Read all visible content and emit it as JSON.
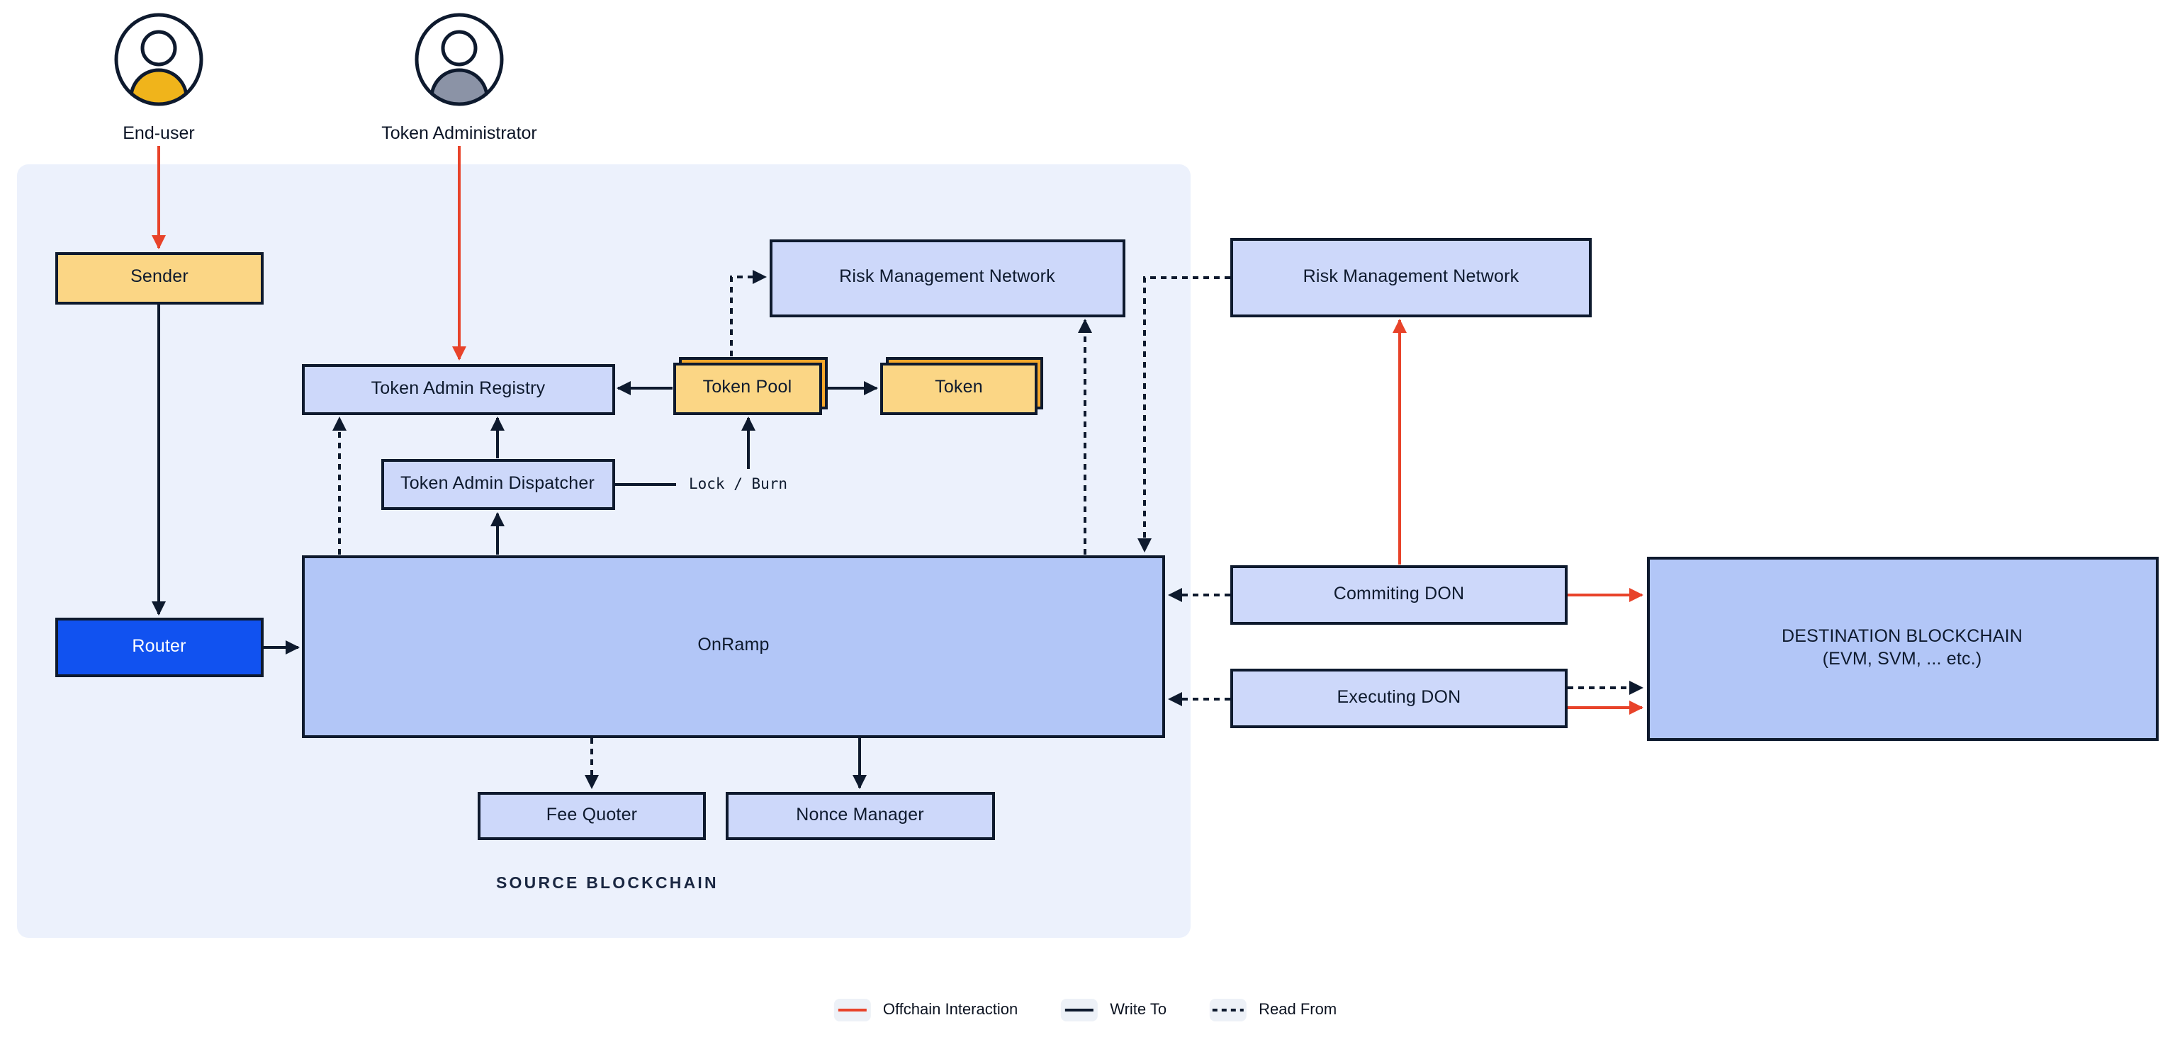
{
  "actors": {
    "end_user": "End-user",
    "token_admin": "Token Administrator"
  },
  "nodes": {
    "sender": "Sender",
    "router": "Router",
    "onramp": "OnRamp",
    "token_admin_registry": "Token Admin Registry",
    "token_admin_dispatcher": "Token Admin Dispatcher",
    "token_pool": "Token Pool",
    "token": "Token",
    "rmn_source": "Risk Management Network",
    "rmn_offchain": "Risk Management Network",
    "fee_quoter": "Fee Quoter",
    "nonce_manager": "Nonce Manager",
    "commiting_don": "Commiting DON",
    "executing_don": "Executing DON",
    "destination_line1": "DESTINATION BLOCKCHAIN",
    "destination_line2": "(EVM, SVM, ... etc.)"
  },
  "labels": {
    "source_blockchain": "SOURCE BLOCKCHAIN",
    "lock_burn": "Lock / Burn"
  },
  "legend": {
    "offchain": "Offchain Interaction",
    "write": "Write To",
    "read": "Read From"
  },
  "colors": {
    "background": "#FFFFFF",
    "source_container_fill": "#ECF1FC",
    "node_periwinkle": "#CDD8FA",
    "node_blue": "#B2C6F7",
    "node_yellow": "#FBD685",
    "node_yellow_back": "#F3A72B",
    "router_blue": "#1152F0",
    "outline_dark": "#0E1A2E",
    "offchain_red": "#E8432A",
    "legend_swatch_bg": "#EDF1F7",
    "avatar_gold": "#F0B41B",
    "avatar_gray": "#8B93A6"
  }
}
